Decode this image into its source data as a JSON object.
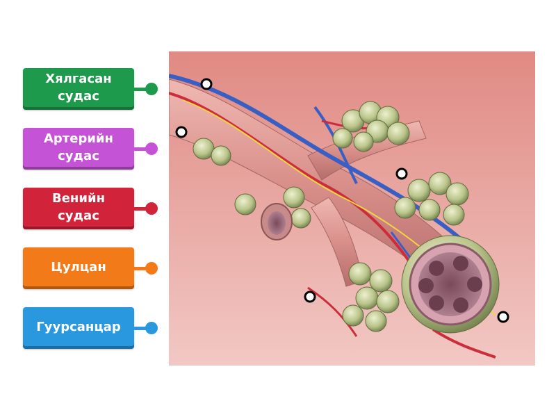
{
  "labels": [
    {
      "text": "Хялгасан\nсудас",
      "color": "#1e9a4c"
    },
    {
      "text": "Артерийн\nсудас",
      "color": "#c553d5"
    },
    {
      "text": "Венийн\nсудас",
      "color": "#d1233a"
    },
    {
      "text": "Цулцан",
      "color": "#f37a19"
    },
    {
      "text": "Гуурсанцар",
      "color": "#2a98df"
    }
  ],
  "diagram": {
    "background_top": "#e08a83",
    "background_bottom": "#f2c8c4"
  }
}
